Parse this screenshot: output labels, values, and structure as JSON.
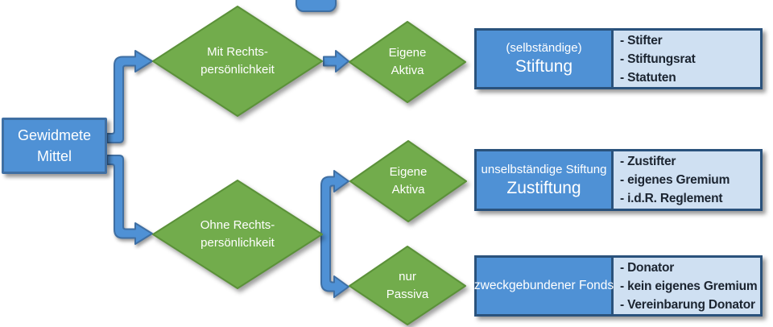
{
  "colors": {
    "background": "#ffffff",
    "diamond_fill": "#72ac4c",
    "diamond_border": "#5b9139",
    "blue_fill": "#4f91d5",
    "blue_border": "#3f6fa3",
    "box_outer_border": "#2a527c",
    "light_fill": "#cfe0f2",
    "dark_text": "#1b2430",
    "white_text": "#ffffff"
  },
  "root_box": {
    "line1": "Gewidmete",
    "line2": "Mittel"
  },
  "diamonds": {
    "mit_rechts": {
      "line1": "Mit Rechts-",
      "line2": "persönlichkeit"
    },
    "eigene_aktiva_top": {
      "line1": "Eigene",
      "line2": "Aktiva"
    },
    "ohne_rechts": {
      "line1": "Ohne Rechts-",
      "line2": "persönlichkeit"
    },
    "eigene_aktiva_mid": {
      "line1": "Eigene",
      "line2": "Aktiva"
    },
    "nur_passiva": {
      "line1": "nur",
      "line2": "Passiva"
    }
  },
  "result_boxes": {
    "stiftung": {
      "title_small": "(selbständige)",
      "title_large": "Stiftung",
      "details": [
        "- Stifter",
        "- Stiftungsrat",
        "- Statuten"
      ]
    },
    "zustiftung": {
      "title_small": "unselbständige Stiftung",
      "title_large": "Zustiftung",
      "details": [
        "- Zustifter",
        "- eigenes Gremium",
        "- i.d.R. Reglement"
      ]
    },
    "fonds": {
      "title": "zweckgebundener Fonds",
      "details": [
        "- Donator",
        "- kein eigenes Gremium",
        "- Vereinbarung Donator"
      ]
    }
  }
}
